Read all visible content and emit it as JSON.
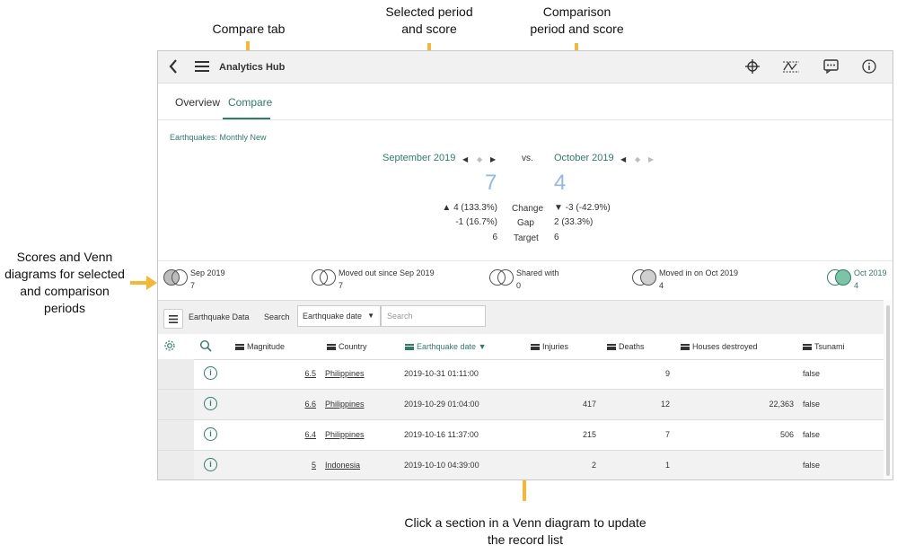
{
  "annotations": {
    "compare_tab": "Compare tab",
    "selected_period_line1": "Selected period",
    "selected_period_line2": "and score",
    "comparison_period_line1": "Comparison",
    "comparison_period_line2": "period and score",
    "scores_line1": "Scores and Venn",
    "scores_line2": "diagrams for selected",
    "scores_line3": "and comparison",
    "scores_line4": "periods",
    "click_line1": "Click a section in a Venn diagram to update",
    "click_line2": "the record list"
  },
  "topbar": {
    "back_icon": "chevron-left-icon",
    "menu_icon": "hamburger-menu-icon",
    "title": "Analytics Hub",
    "icons": [
      "crosshair-icon",
      "chart-threshold-icon",
      "comment-icon",
      "info-icon"
    ]
  },
  "tabs": [
    {
      "label": "Overview",
      "active": false
    },
    {
      "label": "Compare",
      "active": true
    }
  ],
  "indicator_title": "Earthquakes: Monthly New",
  "selected": {
    "period": "September 2019",
    "score": "7",
    "change": "4 (133.3%)",
    "gap": "-1 (16.7%)",
    "target": "6"
  },
  "vs_label": "vs.",
  "comparison": {
    "period": "October 2019",
    "score": "4",
    "change": "-3 (-42.9%)",
    "gap": "2 (33.3%)",
    "target": "6"
  },
  "stat_labels": {
    "change": "Change",
    "gap": "Gap",
    "target": "Target"
  },
  "venn": [
    {
      "label": "Sep 2019",
      "count": "7"
    },
    {
      "label": "Moved out since Sep 2019",
      "count": "7"
    },
    {
      "label": "Shared with",
      "count": "0"
    },
    {
      "label": "Moved in on Oct 2019",
      "count": "4"
    },
    {
      "label": "Oct 2019",
      "count": "4"
    }
  ],
  "list": {
    "title": "Earthquake Data",
    "search_label": "Search",
    "search_field": "Earthquake date",
    "search_placeholder": "Search"
  },
  "columns": [
    "Magnitude",
    "Country",
    "Earthquake date",
    "Injuries",
    "Deaths",
    "Houses destroyed",
    "Tsunami"
  ],
  "rows": [
    {
      "magnitude": "6.5",
      "country": "Philippines",
      "date": "2019-10-31 01:11:00",
      "injuries": "",
      "deaths": "9",
      "houses": "",
      "tsunami": "false"
    },
    {
      "magnitude": "6.6",
      "country": "Philippines",
      "date": "2019-10-29 01:04:00",
      "injuries": "417",
      "deaths": "12",
      "houses": "22,363",
      "tsunami": "false"
    },
    {
      "magnitude": "6.4",
      "country": "Philippines",
      "date": "2019-10-16 11:37:00",
      "injuries": "215",
      "deaths": "7",
      "houses": "506",
      "tsunami": "false"
    },
    {
      "magnitude": "5",
      "country": "Indonesia",
      "date": "2019-10-10 04:39:00",
      "injuries": "2",
      "deaths": "1",
      "houses": "",
      "tsunami": "false"
    }
  ],
  "colors": {
    "accent": "#2e7d6b",
    "score": "#8fb8e8",
    "arrow": "#f7b731"
  }
}
